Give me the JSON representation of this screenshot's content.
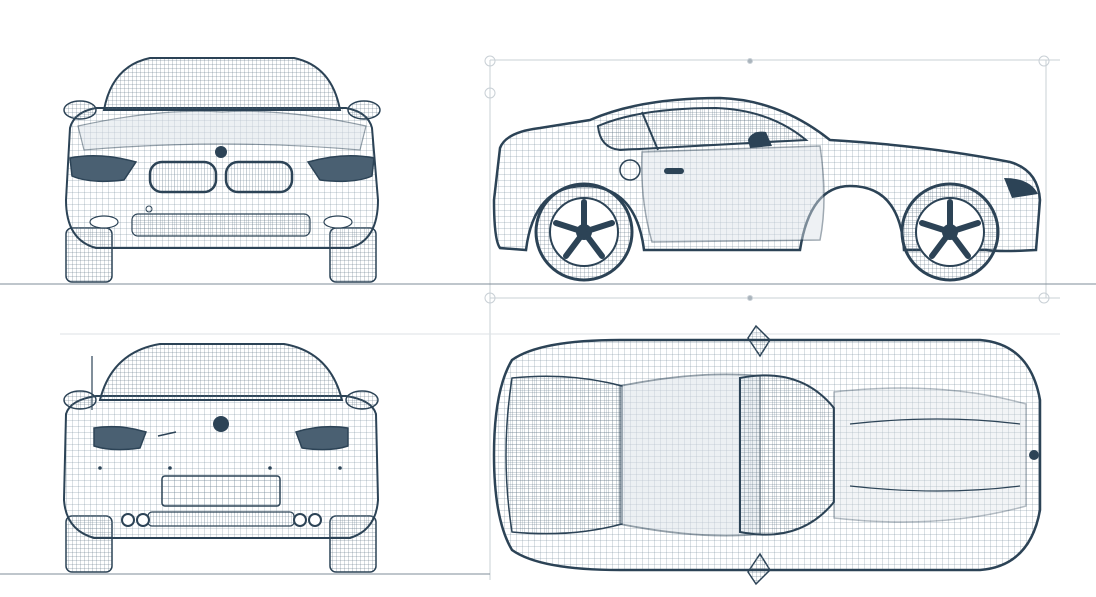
{
  "diagram": {
    "views": [
      {
        "id": "front",
        "label": ""
      },
      {
        "id": "side",
        "label": ""
      },
      {
        "id": "rear",
        "label": ""
      },
      {
        "id": "top",
        "label": ""
      }
    ],
    "ink_color": "#2c4356",
    "mesh_color": "#6e8494",
    "panel_color": "#dbe2e8",
    "guide_color": "#c9d0d6",
    "ground_color": "#7f8d98",
    "brand_emblem": "roundel-emblem",
    "rear_badge_text": "",
    "visible_text": []
  }
}
